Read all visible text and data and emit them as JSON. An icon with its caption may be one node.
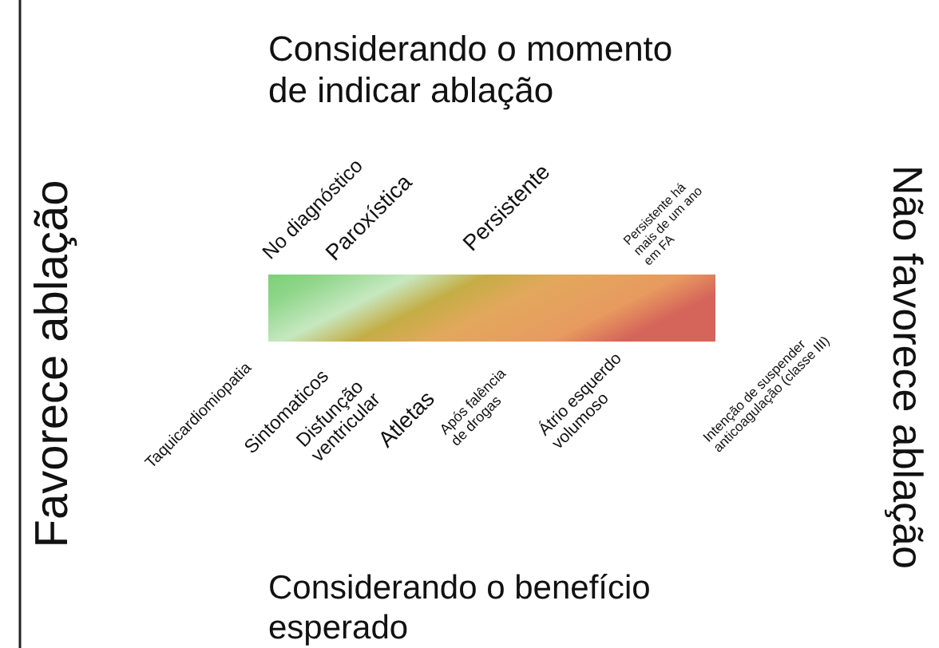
{
  "diagram": {
    "nodes": [
      {
        "text": [],
        "shape": "bar"
      }
    ],
    "labels": [
      "Considerando o momento de indicar ablação",
      "Favorece ablação",
      "Não favorece ablação",
      "No diagnóstico",
      "Paroxística",
      "Persistente",
      "Persistente há mais de um ano em FA",
      "Taquicardiomiopatia",
      "Sintomaticos",
      "Disfunção ventricular",
      "Atletas",
      "Após falência de drogas",
      "Átrio esquerdo volumoso",
      "Intenção de suspender anticoagulação (classe III)",
      "Considerando o benefício esperado"
    ]
  }
}
